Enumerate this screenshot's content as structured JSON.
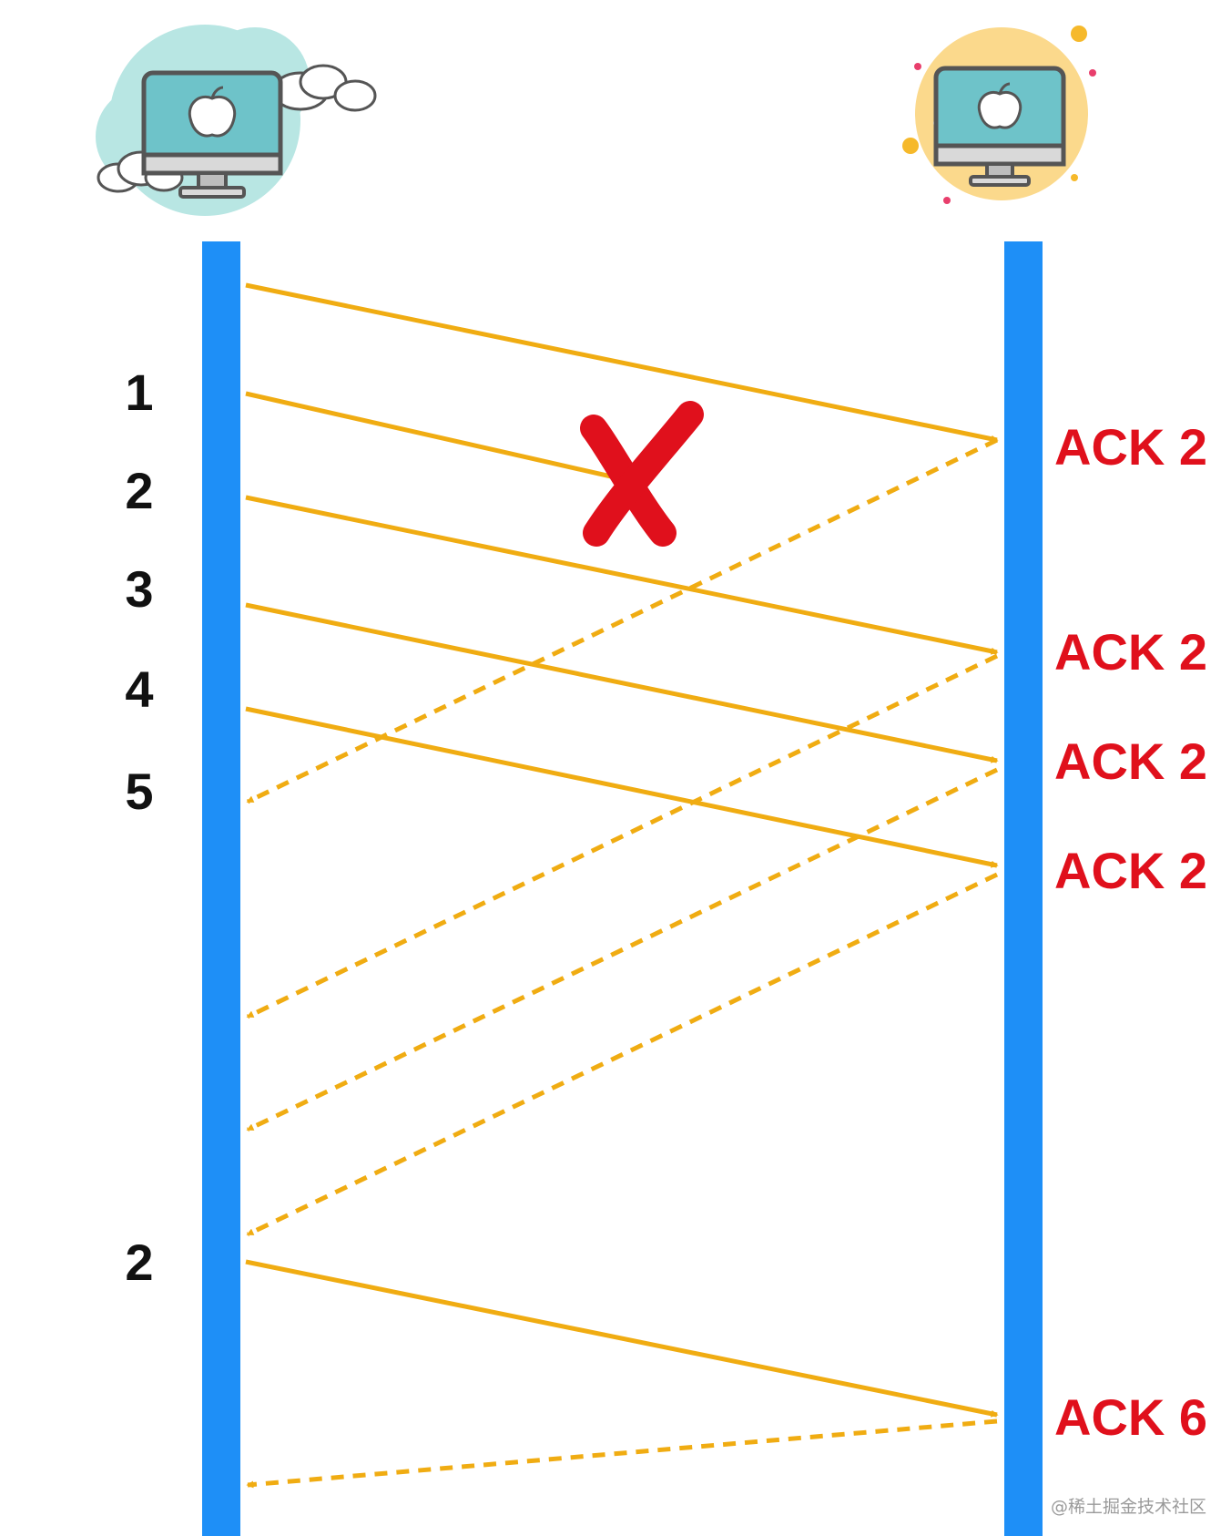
{
  "colors": {
    "timeline": "#1e8ff7",
    "arrow": "#f0ac12",
    "ack_text": "#e0101c",
    "seq_text": "#111111",
    "lost_mark": "#e0101c",
    "watermark": "#9a9a9a"
  },
  "icons": {
    "sender": "computer-monitor-cloud-icon",
    "receiver": "computer-monitor-sun-icon",
    "lost": "red-x-icon"
  },
  "sequence_labels": [
    "1",
    "2",
    "3",
    "4",
    "5",
    "2"
  ],
  "ack_labels": [
    "ACK 2",
    "ACK 2",
    "ACK 2",
    "ACK 2",
    "ACK 6"
  ],
  "watermark": "@稀土掘金技术社区"
}
